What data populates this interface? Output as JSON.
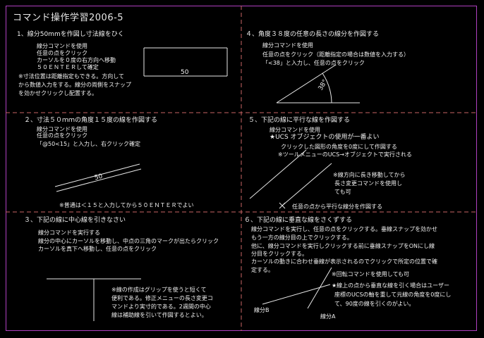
{
  "title": "コマンド操作学習2006-5",
  "s1": {
    "heading": "1、線分50mmを作図し寸法線をひく",
    "lines": [
      "線分コマンドを使用",
      "任意の点をクリック",
      "カーソルを０度の右方向へ移動",
      "５０ＥＮＴＥＲして確定"
    ],
    "notes": [
      "※寸法位置は距離指定もできる。方向して",
      "から数値入力をする。線分の両側をスナップ",
      "を効かせクリックし配置する。"
    ],
    "dim_label": "50"
  },
  "s2": {
    "heading": "２、寸法５０ｍｍの角度１５度の線を作図する",
    "lines": [
      "線分コマンドを使用",
      "任意の点をクリック"
    ],
    "instruction": "「@50<15」と入力し、右クリック確定",
    "dim_label": "50",
    "note": "※普通は＜１５と入力してから５０ＥＮＴＥＲでよい"
  },
  "s3": {
    "heading": "３、下記の線に中心線を引きなさい",
    "lines": [
      "線分コマンドを実行する",
      "線分の中心にカーソルを移動し、中点の三角のマークが出たらクリック",
      "カーソルを真下へ移動し、任意の点をクリック"
    ],
    "notes": [
      "※線の作成はグリップを使うと短くて",
      "便利である。修正メニューの長さ変更コ",
      "マンドより実寸的である。2週間の中心",
      "線は補助線を引いて作図するとよい。"
    ]
  },
  "s4": {
    "heading": "４、角度３８度の任意の長さの線分を作図する",
    "lines": [
      "線分コマンドを使用",
      "任意の点をクリック（距離指定の場合は数値を入力する）",
      "「<38」と入力し、任意の点をクリック"
    ],
    "angle_label": "38°"
  },
  "s5": {
    "heading": "５、下記の線に平行な線を作図する",
    "lines": [
      "線分コマンドを使用",
      "★UCS オブジェクトの使用が一番よい",
      "クリックした図形の角度を0度にして作図する",
      "※ツールメニューのUCS→オブジェクトで実行される"
    ],
    "notes": [
      "※線方向に長き移動してから",
      "長さ変更コマンドを使用し",
      "ても可"
    ],
    "bottom": "任意の点から平行な線分を作図する"
  },
  "s6": {
    "heading": "６、下記の線に垂直な線をさくずする",
    "lines": [
      "線分コマンドを実行し、任意の点をクリックする。垂線スナップを効かせ",
      "もう一方の線分目の上でクリックする。",
      "他に、線分コマンドを実行しクリックする前に垂線スナップをONにし線",
      "分目をクリックする。",
      "カーソルの動きに合わせ垂線が表示されるのでクリックで所定の位置で確",
      "定する。"
    ],
    "note_rotate": "※回転コマンドを使用しても可",
    "notes": [
      "★線上の点から垂直な線を引く場合はユーザー",
      "座標のUCSの軸を重して元線の角度を0度にし",
      "て、90度の線を引くのがよい。"
    ],
    "label_b": "線分B",
    "label_a": "線分A"
  }
}
